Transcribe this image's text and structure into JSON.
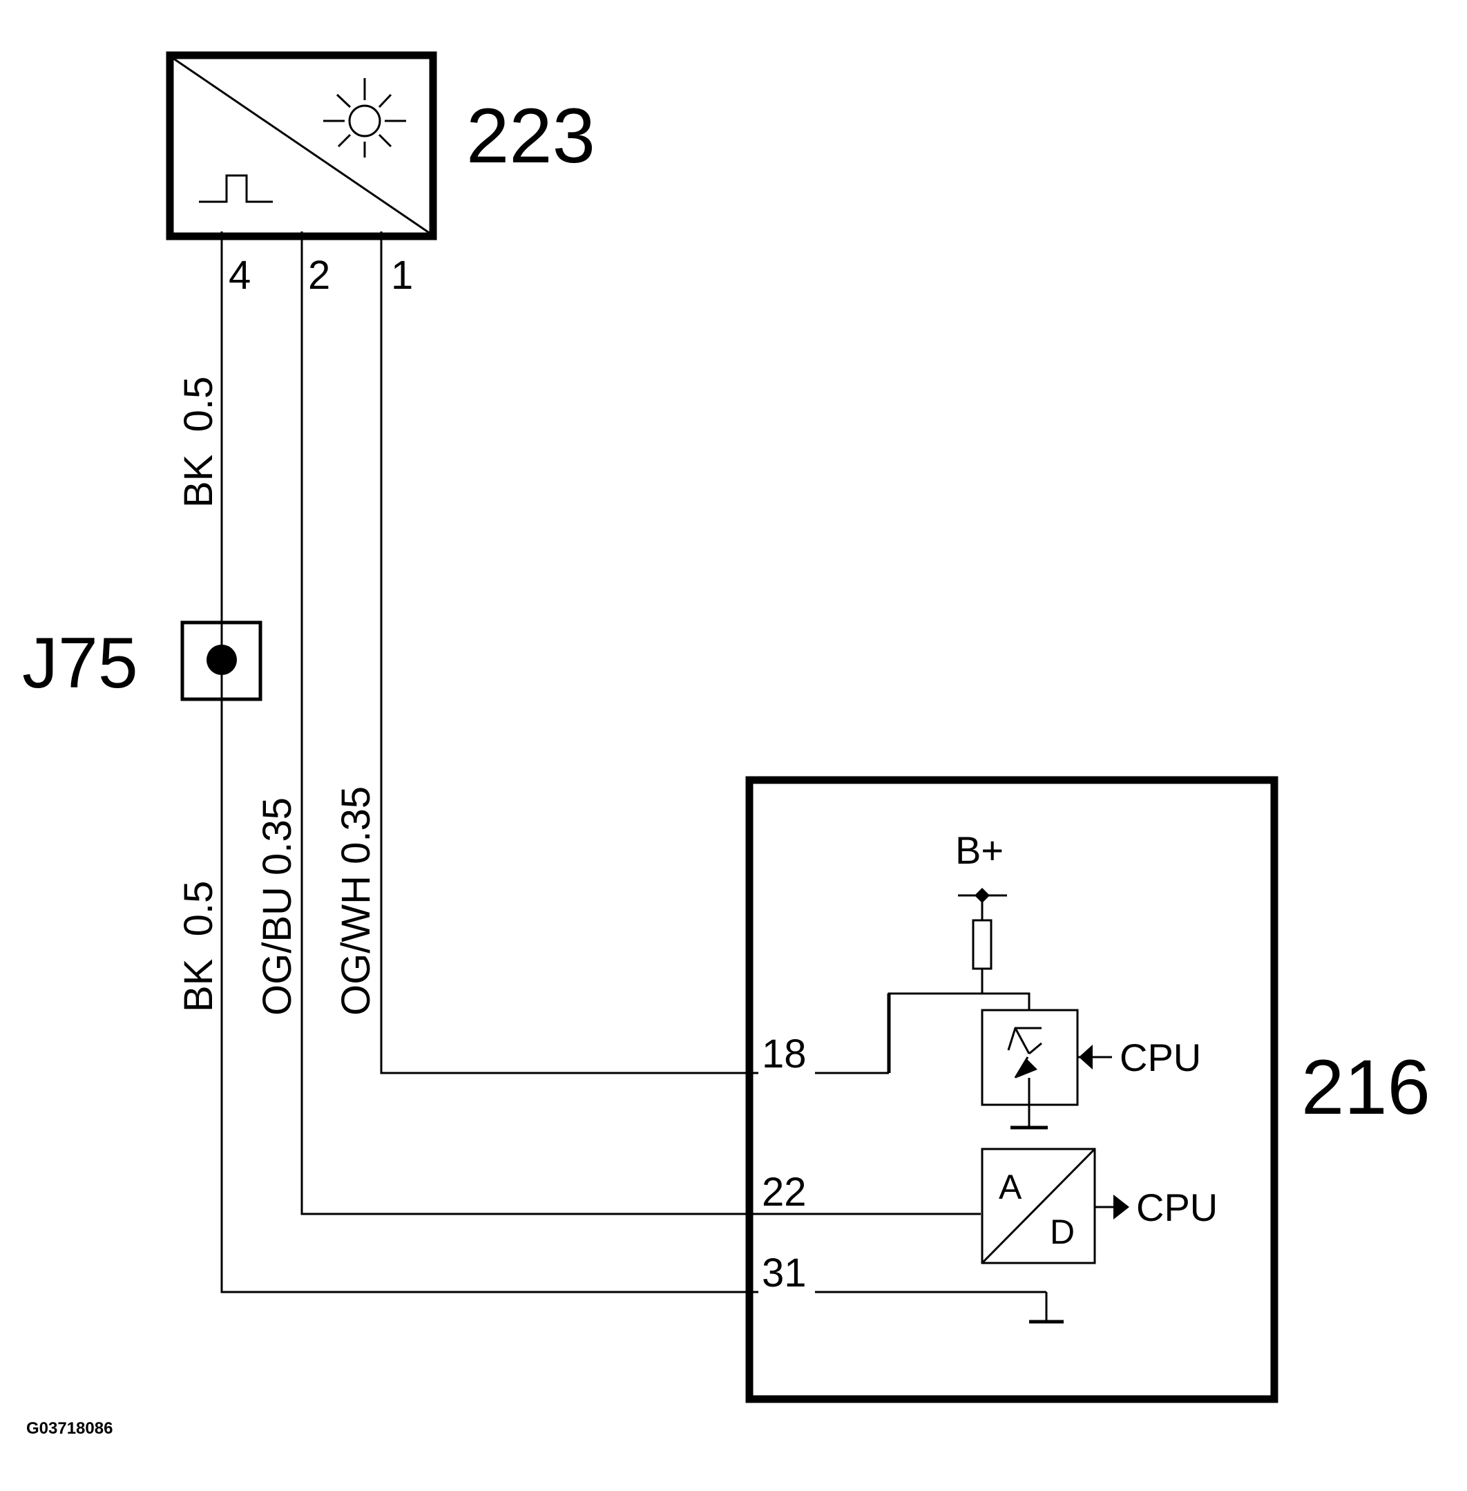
{
  "components": {
    "sensor": {
      "id": "223",
      "pins": [
        "4",
        "2",
        "1"
      ]
    },
    "module": {
      "id": "216",
      "pins": [
        "18",
        "22",
        "31"
      ]
    },
    "junction": {
      "id": "J75"
    }
  },
  "wires": {
    "pin4_upper": "BK  0.5",
    "pin4_lower": "BK  0.5",
    "pin2": "OG/BU 0.35",
    "pin1": "OG/WH 0.35"
  },
  "internal": {
    "supply": "B+",
    "cpu_in": "CPU",
    "cpu_out": "CPU",
    "adc_a": "A",
    "adc_d": "D"
  },
  "figure_code": "G03718086"
}
